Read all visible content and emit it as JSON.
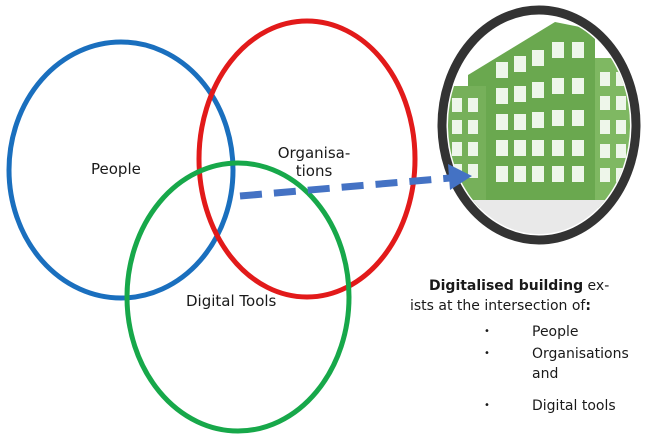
{
  "circles": {
    "people": {
      "label": "People",
      "color": "#1a6fbe"
    },
    "organisations": {
      "label_line1": "Organisa-",
      "label_line2": "tions",
      "color": "#e21a1a"
    },
    "digital_tools": {
      "label": "Digital Tools",
      "color": "#17a84a"
    }
  },
  "arrow": {
    "color": "#4472c4",
    "style": "dashed"
  },
  "building_icon": {
    "name": "building-icon",
    "frame_color": "#333333",
    "building_color": "#6aa84f"
  },
  "description": {
    "bold": "Digitalised building",
    "rest_line1": " ex-",
    "line2_prefix": "ists at the intersection of",
    "line2_suffix": ":"
  },
  "bullets": [
    {
      "symbol": "•",
      "text": "People"
    },
    {
      "symbol": "•",
      "text": "Organisations"
    },
    {
      "symbol": "",
      "text": "and"
    },
    {
      "symbol": "•",
      "text": "Digital tools"
    }
  ]
}
